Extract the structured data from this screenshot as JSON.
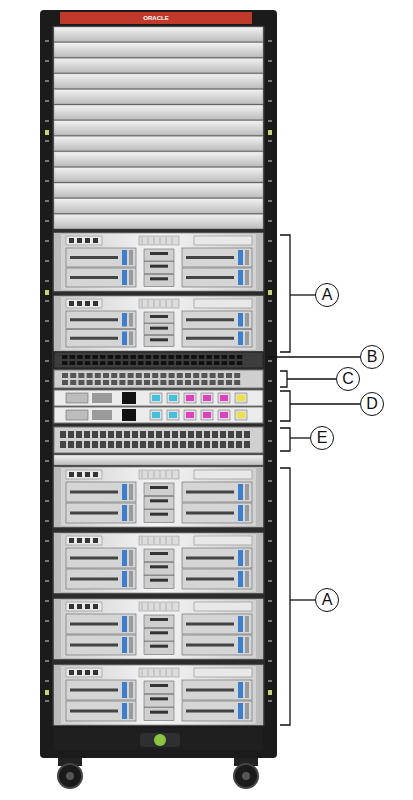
{
  "diagram": {
    "nodes": [
      {
        "text": [
          "A"
        ]
      },
      {
        "text": [
          "B"
        ]
      },
      {
        "text": [
          "C"
        ]
      },
      {
        "text": [
          "D"
        ]
      },
      {
        "text": [
          "E"
        ]
      },
      {
        "text": [
          "A"
        ]
      }
    ],
    "labels": [
      "ORACLE"
    ]
  }
}
